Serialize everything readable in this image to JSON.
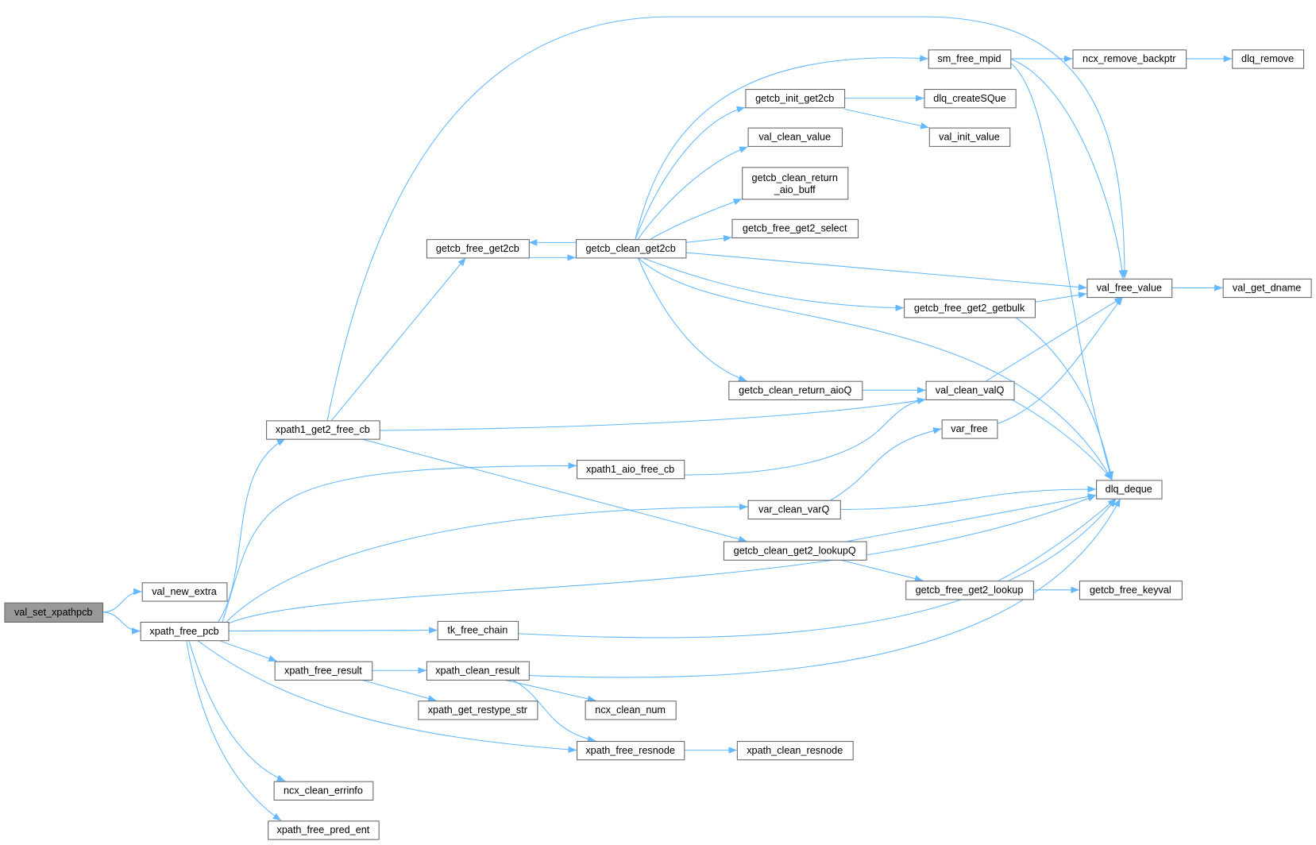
{
  "colors": {
    "edge": "#63b8ff",
    "root_fill": "#999999",
    "node_border": "#666666"
  },
  "root": "val_set_xpathpcb",
  "nodes": [
    {
      "id": "val_set_xpathpcb",
      "label": "val_set_xpathpcb"
    },
    {
      "id": "val_new_extra",
      "label": "val_new_extra"
    },
    {
      "id": "xpath_free_pcb",
      "label": "xpath_free_pcb"
    },
    {
      "id": "xpath1_get2_free_cb",
      "label": "xpath1_get2_free_cb"
    },
    {
      "id": "xpath_free_result",
      "label": "xpath_free_result"
    },
    {
      "id": "ncx_clean_errinfo",
      "label": "ncx_clean_errinfo"
    },
    {
      "id": "xpath_free_pred_ent",
      "label": "xpath_free_pred_ent"
    },
    {
      "id": "getcb_free_get2cb",
      "label": "getcb_free_get2cb"
    },
    {
      "id": "xpath1_aio_free_cb",
      "label": "xpath1_aio_free_cb"
    },
    {
      "id": "tk_free_chain",
      "label": "tk_free_chain"
    },
    {
      "id": "xpath_clean_result",
      "label": "xpath_clean_result"
    },
    {
      "id": "xpath_get_restype_str",
      "label": "xpath_get_restype_str"
    },
    {
      "id": "getcb_clean_get2cb",
      "label": "getcb_clean_get2cb"
    },
    {
      "id": "xpath_free_resnode",
      "label": "xpath_free_resnode"
    },
    {
      "id": "ncx_clean_num",
      "label": "ncx_clean_num"
    },
    {
      "id": "getcb_init_get2cb",
      "label": "getcb_init_get2cb"
    },
    {
      "id": "val_clean_value",
      "label": "val_clean_value"
    },
    {
      "id": "getcb_clean_return_aio_buff",
      "label": "getcb_clean_return",
      "label2": "_aio_buff"
    },
    {
      "id": "getcb_free_get2_select",
      "label": "getcb_free_get2_select"
    },
    {
      "id": "getcb_clean_return_aioQ",
      "label": "getcb_clean_return_aioQ"
    },
    {
      "id": "var_clean_varQ",
      "label": "var_clean_varQ"
    },
    {
      "id": "getcb_clean_get2_lookupQ",
      "label": "getcb_clean_get2_lookupQ"
    },
    {
      "id": "xpath_clean_resnode",
      "label": "xpath_clean_resnode"
    },
    {
      "id": "sm_free_mpid",
      "label": "sm_free_mpid"
    },
    {
      "id": "dlq_createSQue",
      "label": "dlq_createSQue"
    },
    {
      "id": "val_init_value",
      "label": "val_init_value"
    },
    {
      "id": "getcb_free_get2_getbulk",
      "label": "getcb_free_get2_getbulk"
    },
    {
      "id": "val_clean_valQ",
      "label": "val_clean_valQ"
    },
    {
      "id": "var_free",
      "label": "var_free"
    },
    {
      "id": "getcb_free_get2_lookup",
      "label": "getcb_free_get2_lookup"
    },
    {
      "id": "ncx_remove_backptr",
      "label": "ncx_remove_backptr"
    },
    {
      "id": "dlq_remove",
      "label": "dlq_remove"
    },
    {
      "id": "val_free_value",
      "label": "val_free_value"
    },
    {
      "id": "val_get_dname",
      "label": "val_get_dname"
    },
    {
      "id": "dlq_deque",
      "label": "dlq_deque"
    },
    {
      "id": "getcb_free_keyval",
      "label": "getcb_free_keyval"
    }
  ],
  "edges": [
    [
      "val_set_xpathpcb",
      "val_new_extra"
    ],
    [
      "val_set_xpathpcb",
      "xpath_free_pcb"
    ],
    [
      "xpath_free_pcb",
      "xpath1_get2_free_cb"
    ],
    [
      "xpath_free_pcb",
      "xpath1_aio_free_cb"
    ],
    [
      "xpath_free_pcb",
      "var_clean_varQ"
    ],
    [
      "xpath_free_pcb",
      "dlq_deque"
    ],
    [
      "xpath_free_pcb",
      "tk_free_chain"
    ],
    [
      "xpath_free_pcb",
      "xpath_free_result"
    ],
    [
      "xpath_free_pcb",
      "xpath_free_resnode"
    ],
    [
      "xpath_free_pcb",
      "ncx_clean_errinfo"
    ],
    [
      "xpath_free_pcb",
      "xpath_free_pred_ent"
    ],
    [
      "xpath1_get2_free_cb",
      "val_free_value"
    ],
    [
      "xpath1_get2_free_cb",
      "getcb_free_get2cb"
    ],
    [
      "xpath1_get2_free_cb",
      "val_clean_valQ"
    ],
    [
      "xpath1_get2_free_cb",
      "getcb_clean_get2_lookupQ"
    ],
    [
      "getcb_free_get2cb",
      "getcb_clean_get2cb"
    ],
    [
      "getcb_clean_get2cb",
      "getcb_free_get2cb"
    ],
    [
      "getcb_clean_get2cb",
      "sm_free_mpid"
    ],
    [
      "getcb_clean_get2cb",
      "getcb_init_get2cb"
    ],
    [
      "getcb_clean_get2cb",
      "val_clean_value"
    ],
    [
      "getcb_clean_get2cb",
      "getcb_clean_return_aio_buff"
    ],
    [
      "getcb_clean_get2cb",
      "getcb_free_get2_select"
    ],
    [
      "getcb_clean_get2cb",
      "val_free_value"
    ],
    [
      "getcb_clean_get2cb",
      "getcb_free_get2_getbulk"
    ],
    [
      "getcb_clean_get2cb",
      "dlq_deque"
    ],
    [
      "getcb_clean_get2cb",
      "getcb_clean_return_aioQ"
    ],
    [
      "getcb_init_get2cb",
      "dlq_createSQue"
    ],
    [
      "getcb_init_get2cb",
      "val_init_value"
    ],
    [
      "sm_free_mpid",
      "ncx_remove_backptr"
    ],
    [
      "sm_free_mpid",
      "val_free_value"
    ],
    [
      "sm_free_mpid",
      "dlq_deque"
    ],
    [
      "ncx_remove_backptr",
      "dlq_remove"
    ],
    [
      "val_free_value",
      "val_get_dname"
    ],
    [
      "getcb_free_get2_getbulk",
      "val_free_value"
    ],
    [
      "getcb_free_get2_getbulk",
      "dlq_deque"
    ],
    [
      "getcb_clean_return_aioQ",
      "val_clean_valQ"
    ],
    [
      "val_clean_valQ",
      "val_free_value"
    ],
    [
      "val_clean_valQ",
      "dlq_deque"
    ],
    [
      "xpath1_aio_free_cb",
      "val_clean_valQ"
    ],
    [
      "var_clean_varQ",
      "var_free"
    ],
    [
      "var_clean_varQ",
      "dlq_deque"
    ],
    [
      "var_free",
      "val_free_value"
    ],
    [
      "getcb_clean_get2_lookupQ",
      "dlq_deque"
    ],
    [
      "getcb_clean_get2_lookupQ",
      "getcb_free_get2_lookup"
    ],
    [
      "getcb_free_get2_lookup",
      "getcb_free_keyval"
    ],
    [
      "getcb_free_get2_lookup",
      "dlq_deque"
    ],
    [
      "tk_free_chain",
      "dlq_deque"
    ],
    [
      "xpath_free_result",
      "xpath_clean_result"
    ],
    [
      "xpath_free_result",
      "xpath_get_restype_str"
    ],
    [
      "xpath_clean_result",
      "dlq_deque"
    ],
    [
      "xpath_clean_result",
      "ncx_clean_num"
    ],
    [
      "xpath_clean_result",
      "xpath_free_resnode"
    ],
    [
      "xpath_free_resnode",
      "xpath_clean_resnode"
    ]
  ]
}
